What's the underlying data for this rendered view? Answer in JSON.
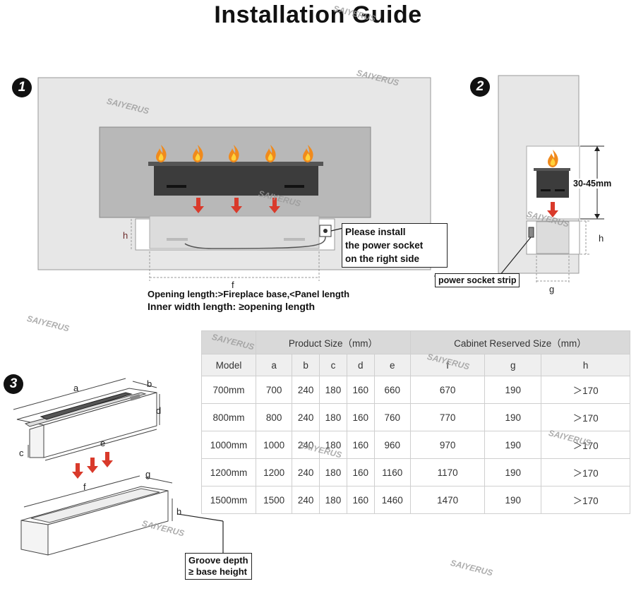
{
  "title": "Installation Guide",
  "watermark": "SAIYERUS",
  "steps": [
    "1",
    "2",
    "3"
  ],
  "step1": {
    "callout": [
      "Please install",
      "the power socket",
      "on the right side"
    ],
    "dim_h": "h",
    "dim_f": "f",
    "note_opening": "Opening length:>Fireplace base,<Panel length",
    "note_inner": "Inner width length: ≥opening length"
  },
  "step2": {
    "dim_range": "30-45mm",
    "dim_h": "h",
    "dim_g": "g",
    "callout": "power socket strip"
  },
  "step3": {
    "labels": {
      "a": "a",
      "b": "b",
      "c": "c",
      "d": "d",
      "e": "e",
      "f": "f",
      "g": "g",
      "h": "h"
    },
    "callout": [
      "Groove depth",
      "≥ base height"
    ]
  },
  "table": {
    "group_headers": [
      "Product Size（mm）",
      "Cabinet Reserved Size（mm）"
    ],
    "columns": [
      "Model",
      "a",
      "b",
      "c",
      "d",
      "e",
      "f",
      "g",
      "h"
    ],
    "rows": [
      [
        "700mm",
        "700",
        "240",
        "180",
        "160",
        "660",
        "670",
        "190",
        "＞170"
      ],
      [
        "800mm",
        "800",
        "240",
        "180",
        "160",
        "760",
        "770",
        "190",
        "＞170"
      ],
      [
        "1000mm",
        "1000",
        "240",
        "180",
        "160",
        "960",
        "970",
        "190",
        "＞170"
      ],
      [
        "1200mm",
        "1200",
        "240",
        "180",
        "160",
        "1160",
        "1170",
        "190",
        "＞170"
      ],
      [
        "1500mm",
        "1500",
        "240",
        "180",
        "160",
        "1460",
        "1470",
        "190",
        "＞170"
      ]
    ]
  },
  "colors": {
    "flame": "#f08a1c",
    "arrow": "#d93a2b",
    "wall": "#e7e7e7",
    "niche": "#b8b8b8",
    "body": "#3a3a3a"
  }
}
